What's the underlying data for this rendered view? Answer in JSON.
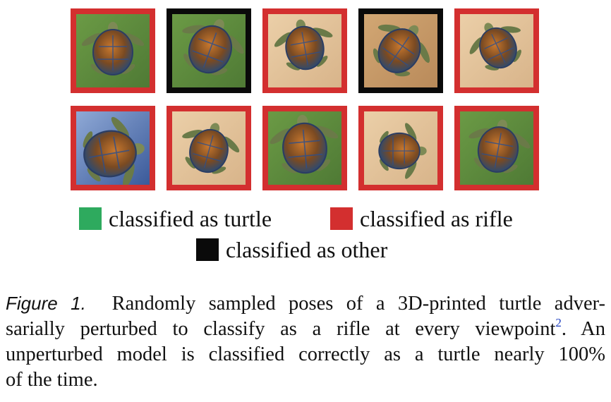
{
  "colors": {
    "turtle": "#2eaa5e",
    "rifle": "#d32f2f",
    "other": "#0a0a0a"
  },
  "tiles": [
    {
      "row": 1,
      "class": "rifle",
      "bg": "grass"
    },
    {
      "row": 1,
      "class": "other",
      "bg": "grass"
    },
    {
      "row": 1,
      "class": "rifle",
      "bg": "sand"
    },
    {
      "row": 1,
      "class": "other",
      "bg": "wood"
    },
    {
      "row": 1,
      "class": "rifle",
      "bg": "sand"
    },
    {
      "row": 2,
      "class": "rifle",
      "bg": "blue"
    },
    {
      "row": 2,
      "class": "rifle",
      "bg": "sand"
    },
    {
      "row": 2,
      "class": "rifle",
      "bg": "grass"
    },
    {
      "row": 2,
      "class": "rifle",
      "bg": "sand"
    },
    {
      "row": 2,
      "class": "rifle",
      "bg": "grass"
    }
  ],
  "legend": {
    "turtle_label": "classified as turtle",
    "rifle_label": "classified as rifle",
    "other_label": "classified as other"
  },
  "caption": {
    "figure_label": "Figure 1.",
    "line1_rest": "Randomly sampled poses of a 3D-printed turtle adver-",
    "line2_pre": "sarially perturbed to classify as a rifle at every viewpoint",
    "footnote": "2",
    "line2_post": ".  An",
    "line3": "unperturbed model is classified correctly as a turtle nearly 100%",
    "line4": "of the time."
  }
}
